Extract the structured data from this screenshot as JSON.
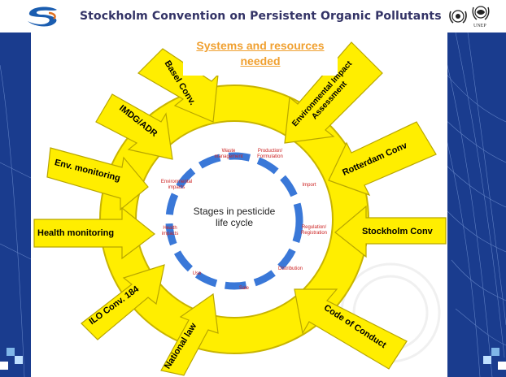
{
  "header": {
    "title": "Stockholm Convention on Persistent Organic Pollutants",
    "un_emblem_icon": "un-emblem",
    "unep_emblem_icon": "unep-emblem",
    "unep_text": "UNEP",
    "logo_icon": "stockholm-convention-logo"
  },
  "slide": {
    "title_line1": "Systems and resources",
    "title_line2": "needed",
    "center_text_line1": "Stages in pesticide",
    "center_text_line2": "life cycle"
  },
  "arrows": {
    "basel": "Basel Conv.",
    "imdg": "IMDG/ADR",
    "env_monitoring": "Env. monitoring",
    "health_monitoring": "Health monitoring",
    "ilo": "ILO Conv. 184",
    "national_law": "National law",
    "eia": "Environmental Impact Assessment",
    "rotterdam": "Rotterdam Conv",
    "stockholm": "Stockholm Conv",
    "code_of_conduct": "Code of Conduct"
  },
  "stages": {
    "waste": "Waste management",
    "production": "Production/ Formulation",
    "import": "Import",
    "regulation": "Regulation/ Registration",
    "distribution": "Distribution",
    "sale": "Sale",
    "use": "Use",
    "health": "Health impacts",
    "environmental": "Environmental impacts"
  },
  "colors": {
    "ring_fill": "#ffee00",
    "ring_stroke": "#c8b400",
    "stage_segment": "#3a78d8",
    "stage_label": "#cc2222",
    "title": "#f0a030",
    "header_title": "#333366",
    "background_band": "#1a3c8e"
  }
}
